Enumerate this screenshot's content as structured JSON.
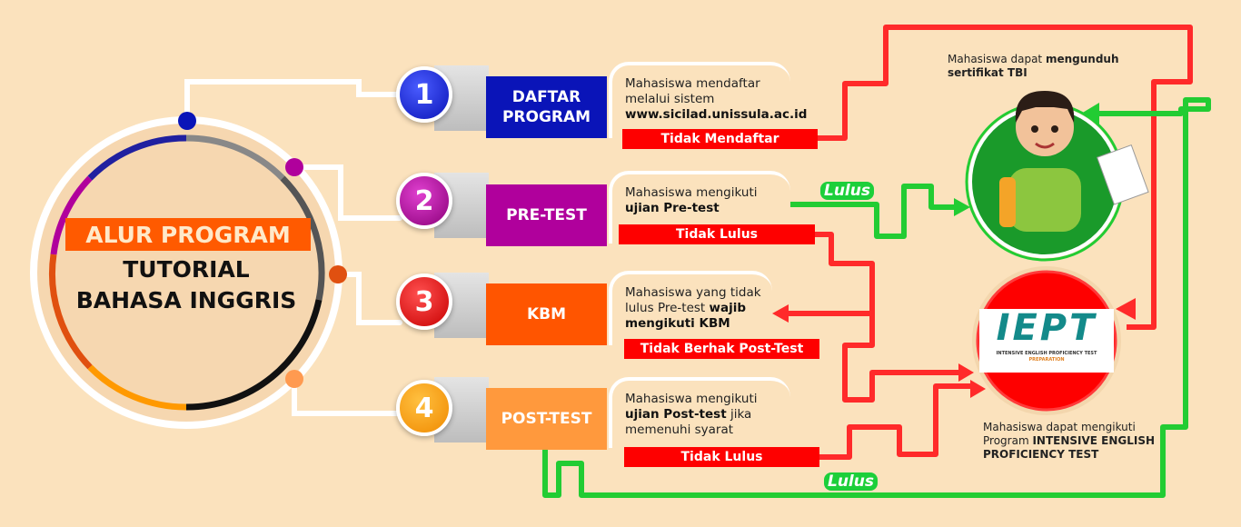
{
  "title": {
    "banner": "ALUR PROGRAM",
    "line1": "TUTORIAL",
    "line2": "BAHASA INGGRIS"
  },
  "steps": [
    {
      "number": "1",
      "label": "DAFTAR PROGRAM",
      "desc_plain": "Mahasiswa mendaftar melalui sistem",
      "desc_bold": "www.sicilad.unissula.ac.id",
      "desc_tail": "",
      "fail": "Tidak Mendaftar",
      "color": "#0a14b8"
    },
    {
      "number": "2",
      "label": "PRE-TEST",
      "desc_plain": "Mahasiswa mengikuti",
      "desc_bold": "ujian Pre-test",
      "desc_tail": "",
      "fail": "Tidak Lulus",
      "color": "#b0009c"
    },
    {
      "number": "3",
      "label": "KBM",
      "desc_plain": "Mahasiswa yang tidak lulus Pre-test",
      "desc_bold": "wajib mengikuti KBM",
      "desc_tail": "",
      "fail": "Tidak Berhak Post-Test",
      "color": "#ff5500"
    },
    {
      "number": "4",
      "label": "POST-TEST",
      "desc_plain": "Mahasiswa mengikuti",
      "desc_bold": "ujian Post-test",
      "desc_tail": "jika memenuhi syarat",
      "fail": "Tidak Lulus",
      "color": "#ff993d"
    }
  ],
  "pass_label": "Lulus",
  "certificate_note": {
    "plain": "Mahasiswa dapat",
    "bold": "mengunduh sertifikat TBI"
  },
  "iept_note": {
    "plain": "Mahasiswa dapat mengikuti Program",
    "bold": "INTENSIVE ENGLISH PROFICIENCY TEST"
  },
  "iept_logo": {
    "title": "IEPT",
    "subtitle": "INTENSIVE ENGLISH PROFICIENCY TEST",
    "sub2": "PREPARATION"
  }
}
